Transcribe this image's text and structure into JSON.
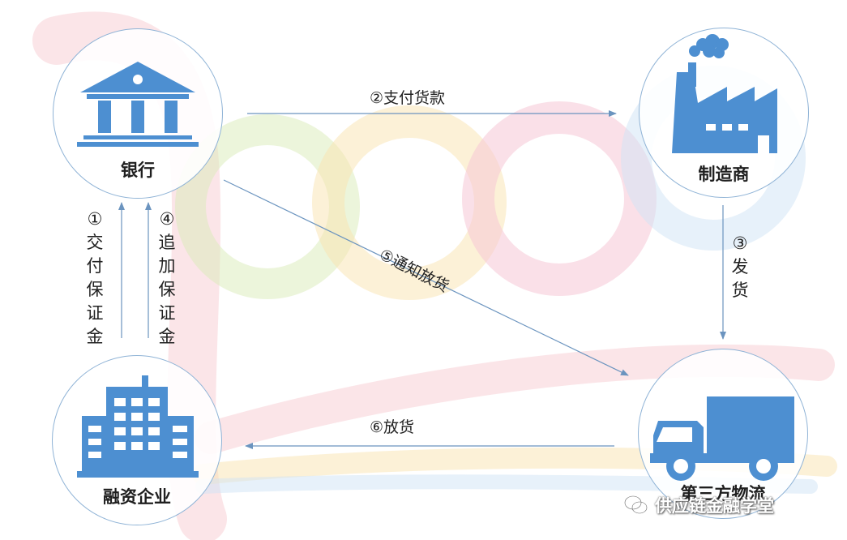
{
  "nodes": {
    "bank": {
      "label": "银行"
    },
    "manufacturer": {
      "label": "制造商"
    },
    "enterprise": {
      "label": "融资企业"
    },
    "logistics": {
      "label": "第三方物流"
    }
  },
  "edges": {
    "pay_deposit": "①交付保证金",
    "pay_goods": "②支付货款",
    "ship": "③发货",
    "add_deposit": "④追加保证金",
    "notify_release": "⑤通知放货",
    "release": "⑥放货"
  },
  "vertical_labels": {
    "pay_deposit": [
      "①",
      "交",
      "付",
      "保",
      "证",
      "金"
    ],
    "add_deposit": [
      "④",
      "追",
      "加",
      "保",
      "证",
      "金"
    ],
    "ship": [
      "③",
      "发",
      "货"
    ]
  },
  "watermark": {
    "text": "供应链金融学堂",
    "icon": "wechat-icon"
  },
  "colors": {
    "icon_blue": "#4d8fd1",
    "arrow": "#6b94bf",
    "circle_border": "#8fb3d6"
  }
}
